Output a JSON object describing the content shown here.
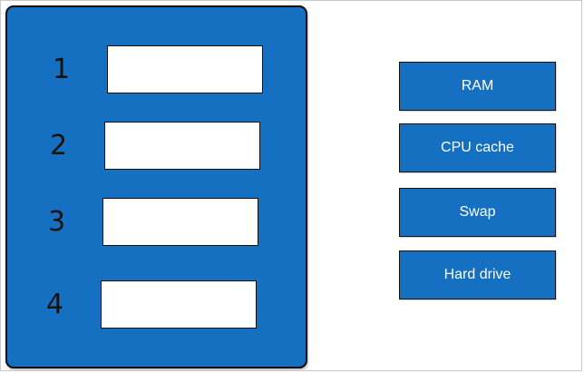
{
  "colors": {
    "panel_blue": "#1670c1",
    "border": "#111111",
    "slot_fill": "#ffffff"
  },
  "slots": [
    {
      "number": "1"
    },
    {
      "number": "2"
    },
    {
      "number": "3"
    },
    {
      "number": "4"
    }
  ],
  "memory_items": [
    {
      "label": "RAM"
    },
    {
      "label": "CPU cache"
    },
    {
      "label": "Swap"
    },
    {
      "label": "Hard drive"
    }
  ]
}
